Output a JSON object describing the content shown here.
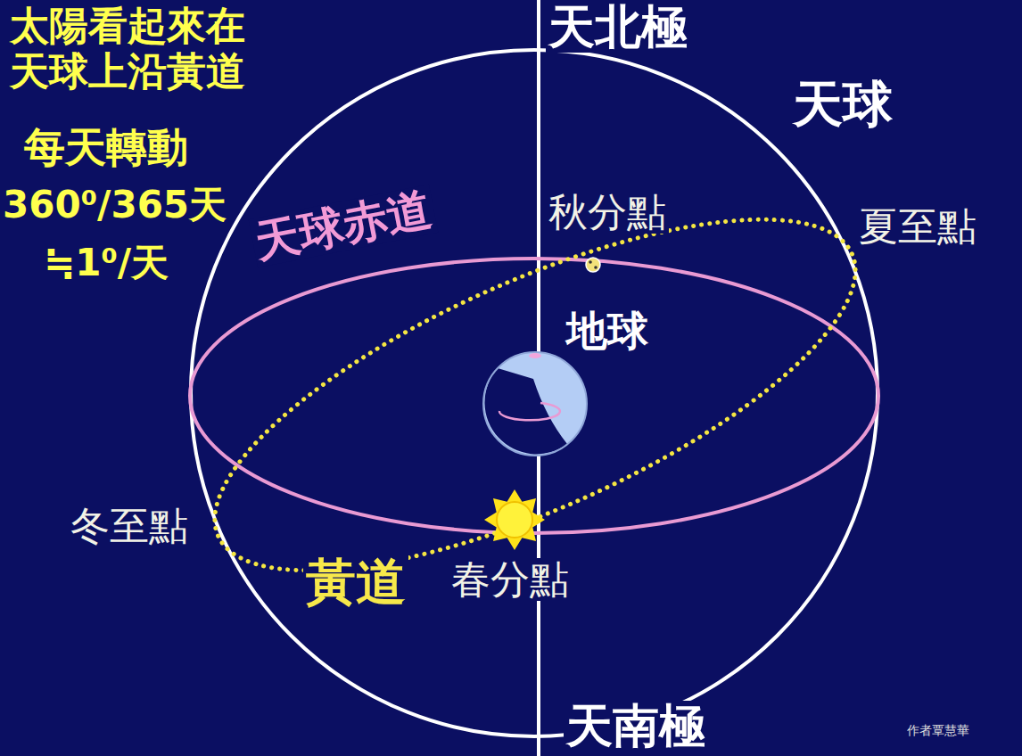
{
  "diagram": {
    "labels": [
      "太陽看起來在 天球上沿黃道",
      "每天轉動",
      "360⁰/365天",
      "≒1⁰/天",
      "天北極",
      "天球",
      "秋分點",
      "夏至點",
      "天球赤道",
      "地球",
      "冬至點",
      "黃道",
      "春分點",
      "天南極",
      "作者覃慧華"
    ]
  }
}
